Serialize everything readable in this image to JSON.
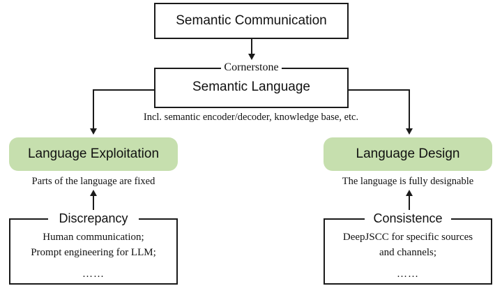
{
  "diagram": {
    "root": {
      "label": "Semantic Communication"
    },
    "relation_label": "Cornerstone",
    "cornerstone": {
      "label": "Semantic Language",
      "caption": "Incl. semantic encoder/decoder, knowledge base, etc."
    },
    "branches": [
      {
        "side": "left",
        "label": "Language Exploitation",
        "caption": "Parts of the language are fixed",
        "detail_title": "Discrepancy",
        "detail_lines": [
          "Human communication;",
          "Prompt engineering for LLM;"
        ],
        "detail_ellipsis": "……"
      },
      {
        "side": "right",
        "label": "Language Design",
        "caption": "The language is fully designable",
        "detail_title": "Consistence",
        "detail_lines": [
          "DeepJSCC for specific sources",
          "and channels;"
        ],
        "detail_ellipsis": "……"
      }
    ],
    "colors": {
      "green_fill": "#c6dfae",
      "stroke": "#1a1a1a",
      "text": "#111111",
      "background": "#ffffff"
    }
  }
}
